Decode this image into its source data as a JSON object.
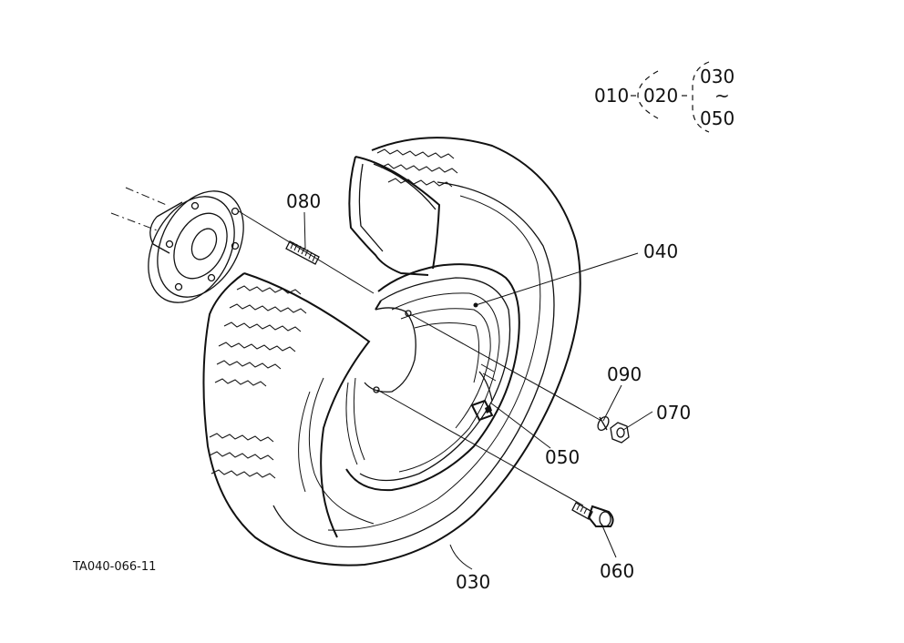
{
  "hierarchy": {
    "root": "010",
    "level2": "020",
    "range_start": "030",
    "range_sep": "~",
    "range_end": "050"
  },
  "parts": {
    "p030": "030",
    "p040": "040",
    "p050": "050",
    "p060": "060",
    "p070": "070",
    "p080": "080",
    "p090": "090"
  },
  "figure_code": "TA040-066-11",
  "icons": [
    "wheel-hub-icon",
    "tire-icon",
    "rim-icon",
    "stud-bolt-icon",
    "lug-bolt-icon",
    "nut-icon",
    "washer-icon",
    "valve-icon"
  ]
}
